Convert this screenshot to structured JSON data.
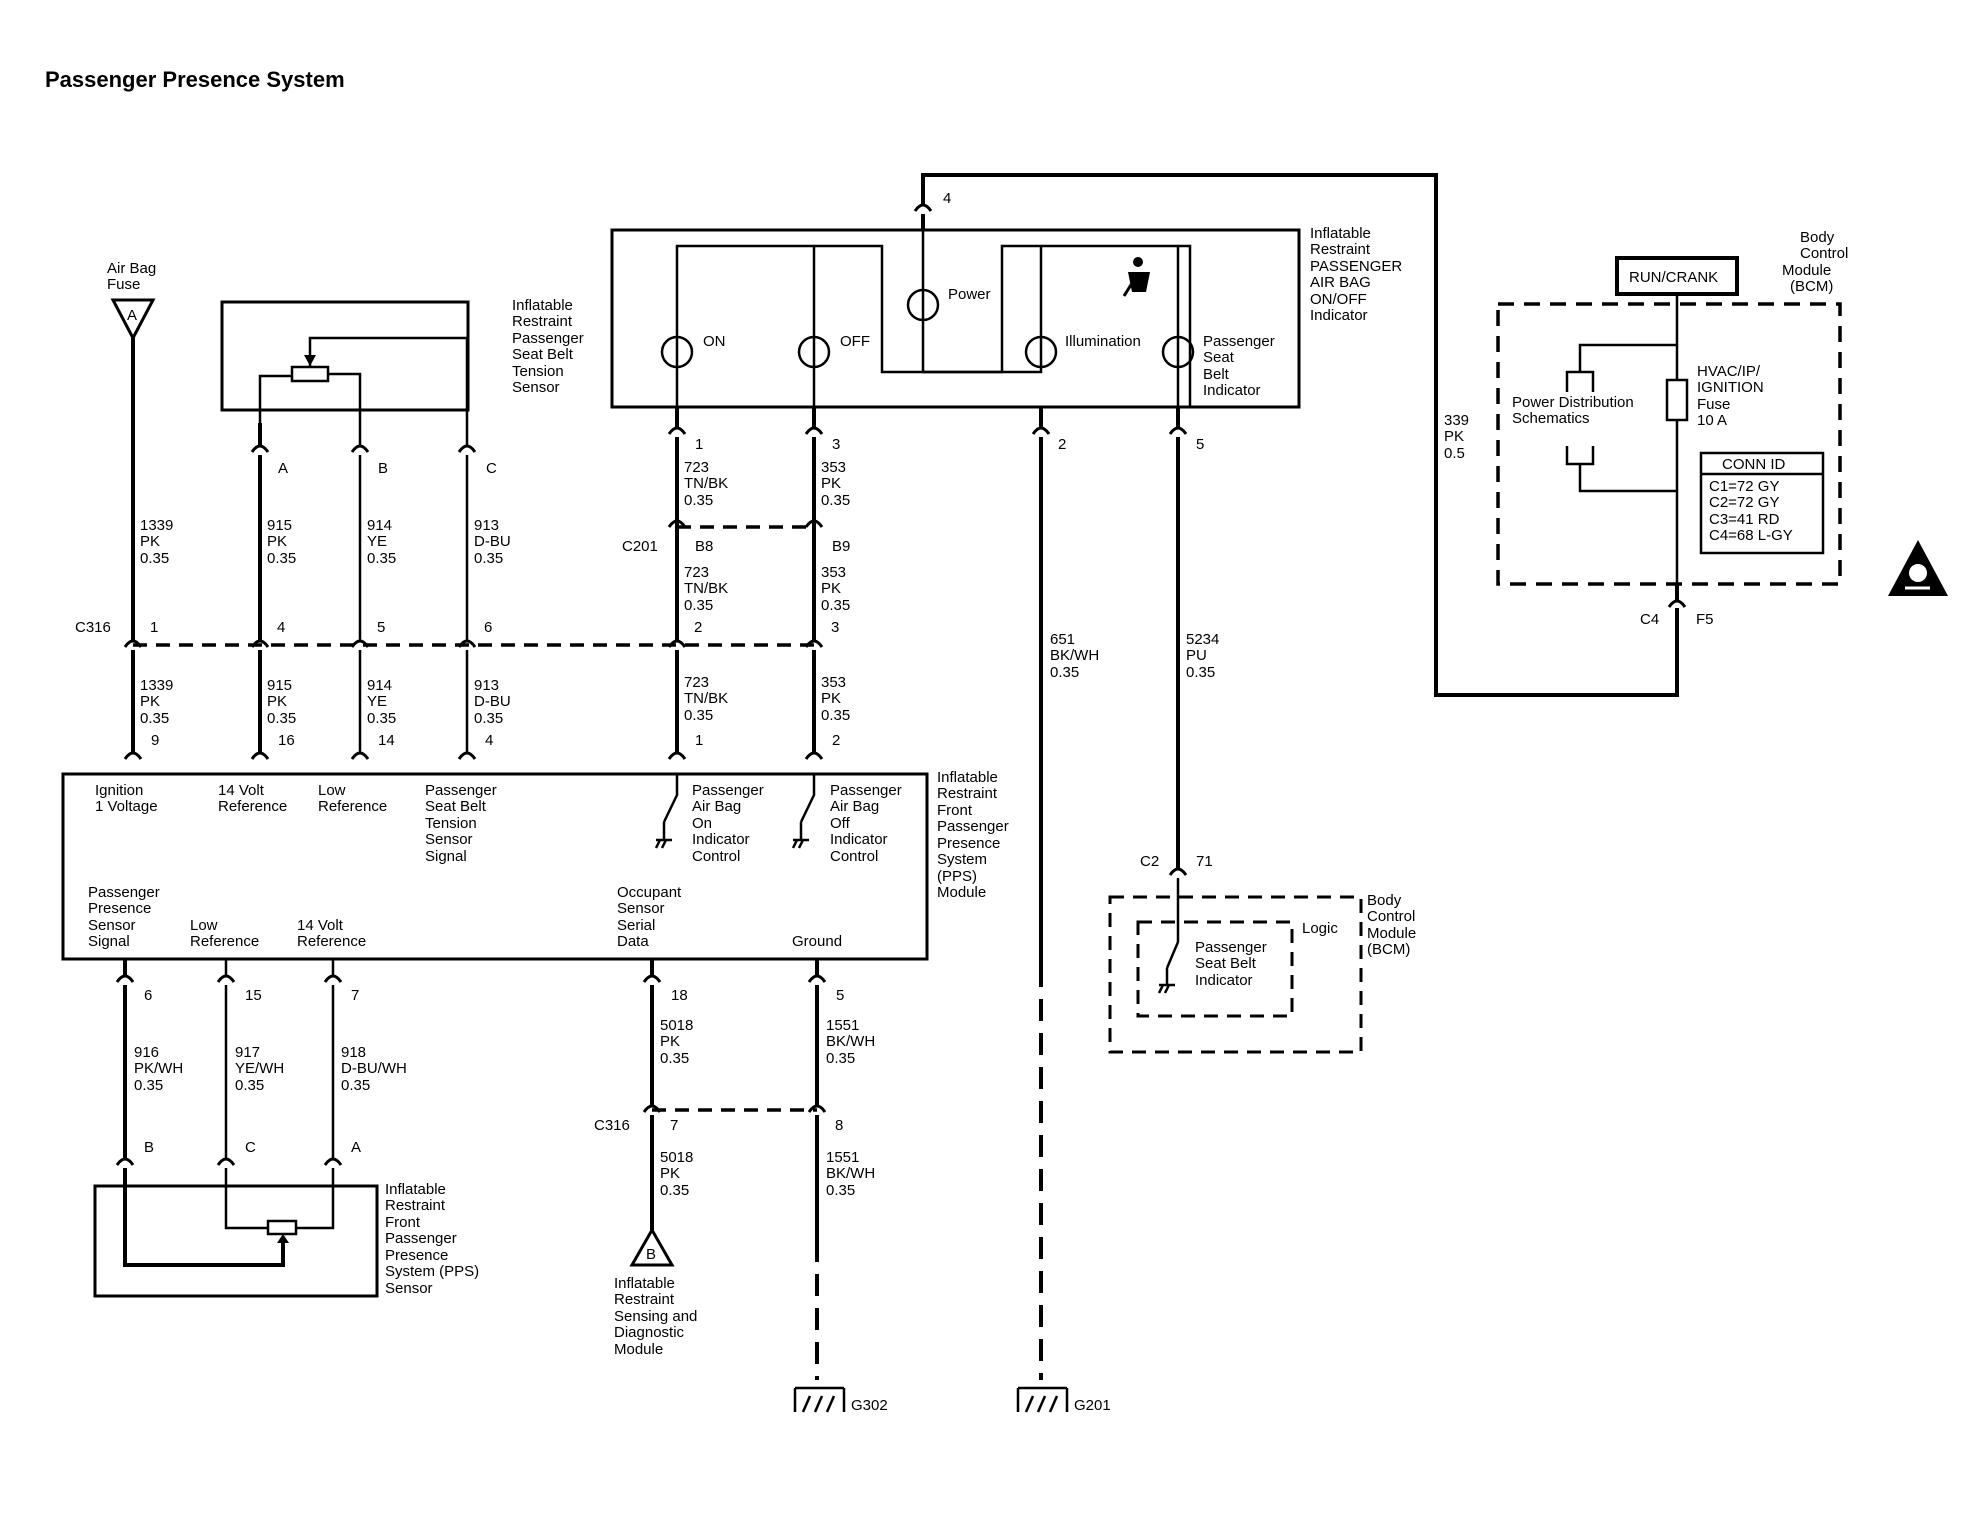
{
  "title": "Passenger Presence System",
  "components": {
    "airbag_fuse": [
      "Air Bag",
      "Fuse"
    ],
    "airbag_fuse_letter": "A",
    "seat_belt_sensor": [
      "Inflatable",
      "Restraint",
      "Passenger",
      "Seat Belt",
      "Tension",
      "Sensor"
    ],
    "indicator": [
      "Inflatable",
      "Restraint",
      "PASSENGER",
      "AIR BAG",
      "ON/OFF",
      "Indicator"
    ],
    "indicator_lamps": {
      "on": "ON",
      "off": "OFF",
      "power": "Power",
      "illumination": "Illumination",
      "seat_belt": [
        "Passenger",
        "Seat",
        "Belt",
        "Indicator"
      ]
    },
    "bcm_top": [
      "Body",
      "Control",
      "Module",
      "(BCM)"
    ],
    "run_crank": "RUN/CRANK",
    "power_distribution": [
      "Power Distribution",
      "Schematics"
    ],
    "hvac_fuse": [
      "HVAC/IP/",
      "IGNITION",
      "Fuse",
      "10 A"
    ],
    "conn_id": {
      "title": "CONN ID",
      "rows": [
        "C1=72 GY",
        "C2=72 GY",
        "C3=41 RD",
        "C4=68 L-GY"
      ]
    },
    "pps_module": [
      "Inflatable",
      "Restraint",
      "Front",
      "Passenger",
      "Presence",
      "System",
      "(PPS)",
      "Module"
    ],
    "pps_module_pins_top": [
      [
        "Ignition",
        "1 Voltage"
      ],
      [
        "14 Volt",
        "Reference"
      ],
      [
        "Low",
        "Reference"
      ],
      [
        "Passenger",
        "Seat Belt",
        "Tension",
        "Sensor",
        "Signal"
      ],
      [
        "Passenger",
        "Air Bag",
        "On",
        "Indicator",
        "Control"
      ],
      [
        "Passenger",
        "Air Bag",
        "Off",
        "Indicator",
        "Control"
      ]
    ],
    "pps_module_pins_bottom": [
      [
        "Passenger",
        "Presence",
        "Sensor",
        "Signal"
      ],
      [
        "Low",
        "Reference"
      ],
      [
        "14 Volt",
        "Reference"
      ],
      [
        "Occupant",
        "Sensor",
        "Serial",
        "Data"
      ],
      [
        "Ground"
      ]
    ],
    "bcm_bottom": [
      "Body",
      "Control",
      "Module",
      "(BCM)"
    ],
    "bcm_logic": "Logic",
    "bcm_seat_belt": [
      "Passenger",
      "Seat Belt",
      "Indicator"
    ],
    "pps_sensor": [
      "Inflatable",
      "Restraint",
      "Front",
      "Passenger",
      "Presence",
      "System (PPS)",
      "Sensor"
    ],
    "sdm": [
      "Inflatable",
      "Restraint",
      "Sensing and",
      "Diagnostic",
      "Module"
    ],
    "sdm_letter": "B"
  },
  "connectors": {
    "c316": "C316",
    "c201": "C201",
    "c4": "C4",
    "f5": "F5",
    "c2": "C2",
    "c316_b": "C316"
  },
  "pins": {
    "sensor_top": [
      "A",
      "B",
      "C"
    ],
    "indicator_4": "4",
    "indicator_bottom": [
      "1",
      "3",
      "2",
      "5"
    ],
    "c201": [
      "B8",
      "B9"
    ],
    "c316_top": [
      "1",
      "4",
      "5",
      "6",
      "2",
      "3"
    ],
    "module_top": [
      "9",
      "16",
      "14",
      "4",
      "1",
      "2"
    ],
    "module_bottom": [
      "6",
      "15",
      "7",
      "18",
      "5"
    ],
    "pps_sensor": [
      "B",
      "C",
      "A"
    ],
    "c316_bottom": [
      "7",
      "8"
    ],
    "bcm_71": "71"
  },
  "wires": {
    "w1339": [
      "1339",
      "PK",
      "0.35"
    ],
    "w915": [
      "915",
      "PK",
      "0.35"
    ],
    "w914": [
      "914",
      "YE",
      "0.35"
    ],
    "w913": [
      "913",
      "D-BU",
      "0.35"
    ],
    "w723": [
      "723",
      "TN/BK",
      "0.35"
    ],
    "w353": [
      "353",
      "PK",
      "0.35"
    ],
    "w651": [
      "651",
      "BK/WH",
      "0.35"
    ],
    "w5234": [
      "5234",
      "PU",
      "0.35"
    ],
    "w339": [
      "339",
      "PK",
      "0.5"
    ],
    "w916": [
      "916",
      "PK/WH",
      "0.35"
    ],
    "w917": [
      "917",
      "YE/WH",
      "0.35"
    ],
    "w918": [
      "918",
      "D-BU/WH",
      "0.35"
    ],
    "w5018": [
      "5018",
      "PK",
      "0.35"
    ],
    "w1551": [
      "1551",
      "BK/WH",
      "0.35"
    ]
  },
  "grounds": [
    "G302",
    "G201"
  ]
}
